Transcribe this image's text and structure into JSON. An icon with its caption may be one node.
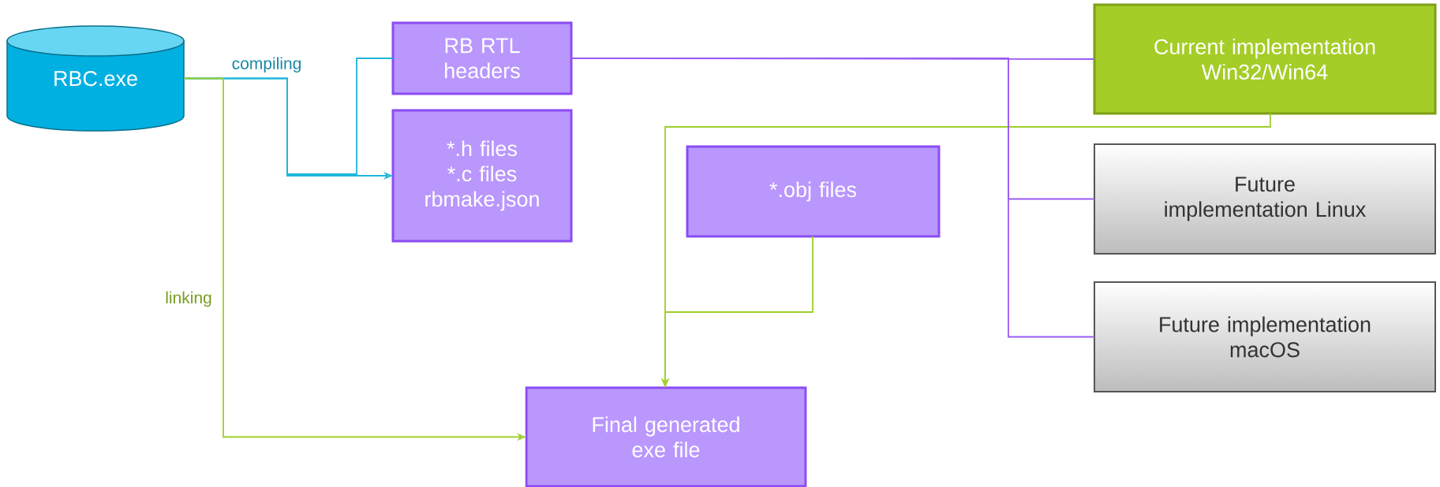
{
  "diagram": {
    "nodes": [
      {
        "text": [
          "RBC.exe"
        ]
      },
      {
        "text": [
          "RB RTL headers"
        ]
      },
      {
        "text": [
          "*.h files",
          "*.c files",
          "rbmake.json"
        ]
      },
      {
        "text": [
          "*.obj files"
        ]
      },
      {
        "text": [
          "Final generated exe file"
        ]
      },
      {
        "text": [
          "Current implementation Win32/Win64"
        ]
      },
      {
        "text": [
          "Future implementation Linux"
        ]
      },
      {
        "text": [
          "Future implementation macOS"
        ]
      }
    ],
    "edges": [
      {
        "from": 0,
        "to": 2,
        "arrow": "to",
        "label": "compiling",
        "color": "#1fb5dc"
      },
      {
        "from": 0,
        "to": 1,
        "arrow": "none",
        "color": "#1fb5dc"
      },
      {
        "from": 0,
        "to": 4,
        "arrow": "to",
        "label": "linking",
        "color": "#9fcf2b"
      },
      {
        "from": 5,
        "to": 4,
        "arrow": "to",
        "color": "#9fcf2b"
      },
      {
        "from": 3,
        "to": 4,
        "arrow": "to",
        "color": "#9fcf2b"
      },
      {
        "from": 1,
        "to": 5,
        "arrow": "none",
        "color": "#9b5cf5"
      },
      {
        "from": 1,
        "to": 6,
        "arrow": "none",
        "color": "#9b5cf5"
      },
      {
        "from": 1,
        "to": 7,
        "arrow": "none",
        "color": "#9b5cf5"
      }
    ]
  }
}
